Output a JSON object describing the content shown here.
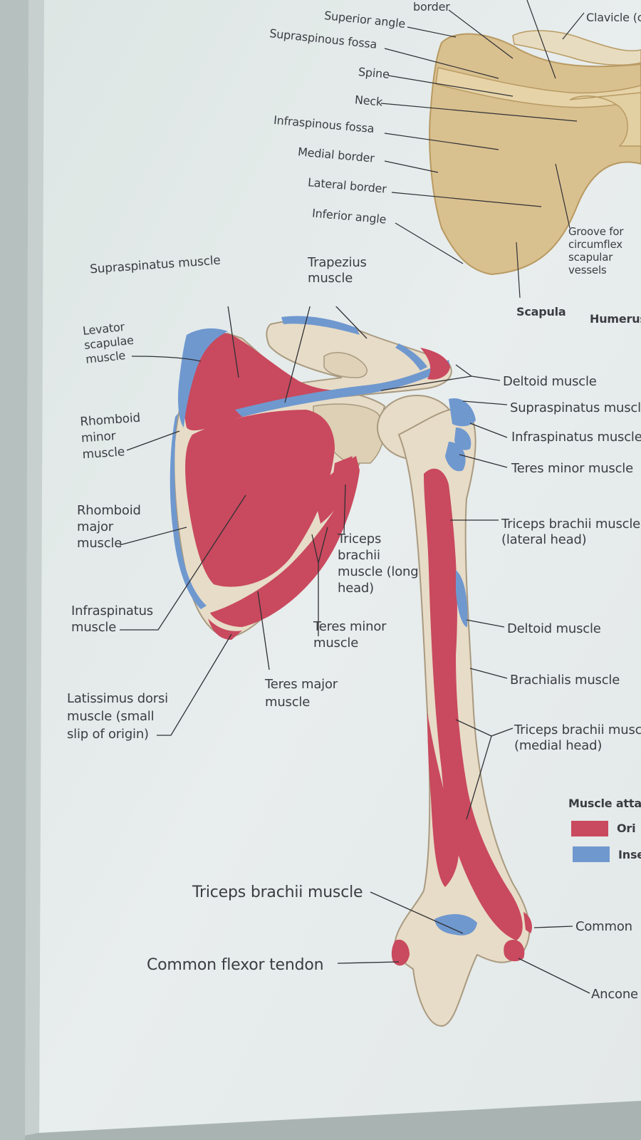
{
  "top_figure": {
    "labels": {
      "border_cut": "border",
      "superior_angle": "Superior angle",
      "clavicle": "Clavicle (c",
      "supraspinous_fossa": "Supraspinous fossa",
      "spine": "Spine",
      "neck": "Neck",
      "infraspinous_fossa": "Infraspinous fossa",
      "medial_border": "Medial border",
      "lateral_border": "Lateral border",
      "inferior_angle": "Inferior angle",
      "groove": "Groove for circumflex scapular vessels",
      "scapula": "Scapula",
      "humerus": "Humerus"
    }
  },
  "main_figure": {
    "labels": {
      "supraspinatus_muscle_left": "Supraspinatus muscle",
      "trapezius_muscle": "Trapezius muscle",
      "levator_scapulae": "Levator scapulae muscle",
      "deltoid_top": "Deltoid muscle",
      "supraspinatus_right": "Supraspinatus muscle",
      "infraspinatus_right": "Infraspinatus muscle",
      "teres_minor_right": "Teres minor muscle",
      "rhomboid_minor": "Rhomboid minor muscle",
      "rhomboid_major": "Rhomboid major muscle",
      "triceps_lateral": "Triceps brachii muscle (lateral head)",
      "triceps_long": "Triceps brachii muscle (long head)",
      "infraspinatus_left": "Infraspinatus muscle",
      "teres_minor_left": "Teres minor muscle",
      "deltoid_mid": "Deltoid muscle",
      "brachialis": "Brachialis muscle",
      "latissimus": "Latissimus dorsi muscle (small slip of origin)",
      "teres_major": "Teres major muscle",
      "triceps_medial": "Triceps brachii musc (medial head)",
      "triceps_insert": "Triceps brachii muscle",
      "common_flexor": "Common flexor tendon",
      "common_ext": "Common",
      "anconeus": "Ancone"
    }
  },
  "legend": {
    "title": "Muscle atta",
    "items": [
      {
        "label": "Ori",
        "color": "#c9495e"
      },
      {
        "label": "Inse",
        "color": "#6f98cf"
      }
    ]
  },
  "colors": {
    "origin": "#c9495e",
    "insertion": "#6f98cf",
    "bone": "#e7dcc7",
    "scapula_top": "#d9c08f",
    "paper": "#e6ecec",
    "leader": "#2f3035"
  }
}
